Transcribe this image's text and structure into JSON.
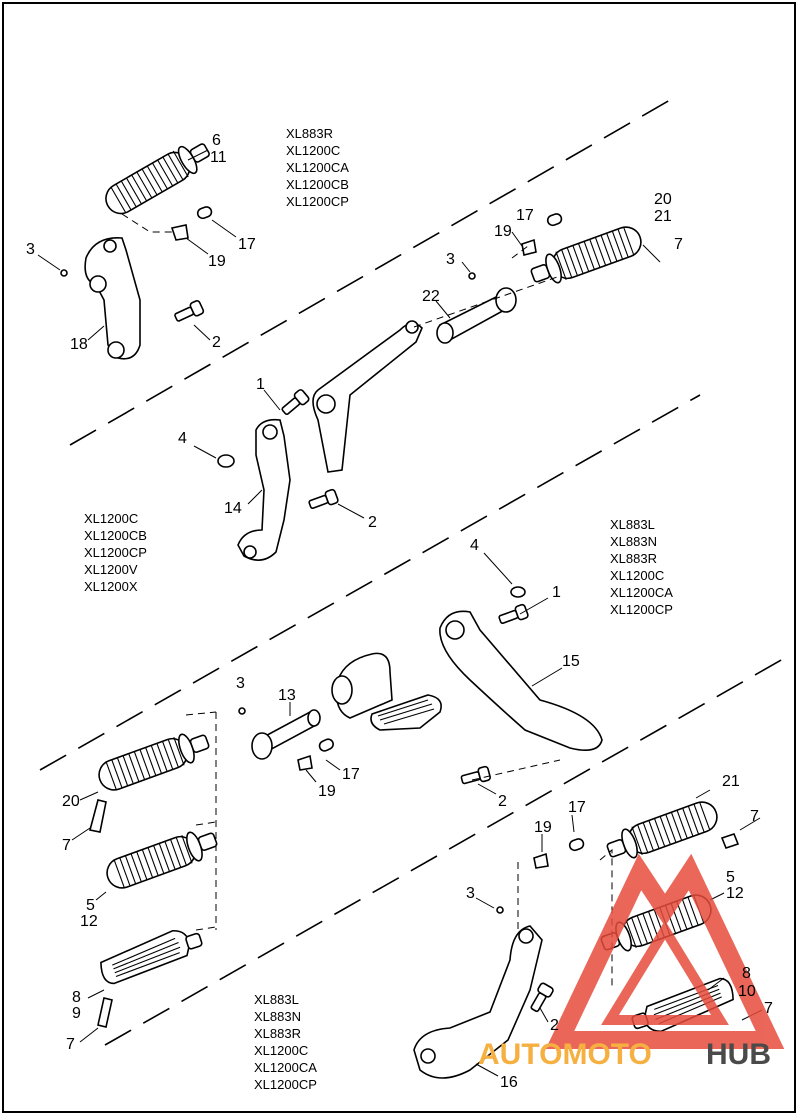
{
  "model_groups": [
    {
      "id": "top",
      "models": [
        "XL883R",
        "XL1200C",
        "XL1200CA",
        "XL1200CB",
        "XL1200CP"
      ]
    },
    {
      "id": "middle-left",
      "models": [
        "XL1200C",
        "XL1200CB",
        "XL1200CP",
        "XL1200V",
        "XL1200X"
      ]
    },
    {
      "id": "middle-right",
      "models": [
        "XL883L",
        "XL883N",
        "XL883R",
        "XL1200C",
        "XL1200CA",
        "XL1200CP"
      ]
    },
    {
      "id": "bottom",
      "models": [
        "XL883L",
        "XL883N",
        "XL883R",
        "XL1200C",
        "XL1200CA",
        "XL1200CP"
      ]
    }
  ],
  "callouts": [
    "6",
    "11",
    "3",
    "17",
    "19",
    "18",
    "2",
    "20",
    "21",
    "17",
    "19",
    "3",
    "7",
    "22",
    "1",
    "4",
    "14",
    "2",
    "4",
    "1",
    "15",
    "3",
    "13",
    "17",
    "19",
    "2",
    "20",
    "7",
    "5",
    "12",
    "8",
    "9",
    "7",
    "21",
    "17",
    "19",
    "7",
    "3",
    "5",
    "12",
    "8",
    "10",
    "7",
    "2",
    "16"
  ],
  "watermark": {
    "brand_a": "AUTOMOTO",
    "brand_b": "HUB",
    "color_a": "#f5b041",
    "color_b": "#4a4a4a",
    "logo_color": "#e74c3c"
  }
}
